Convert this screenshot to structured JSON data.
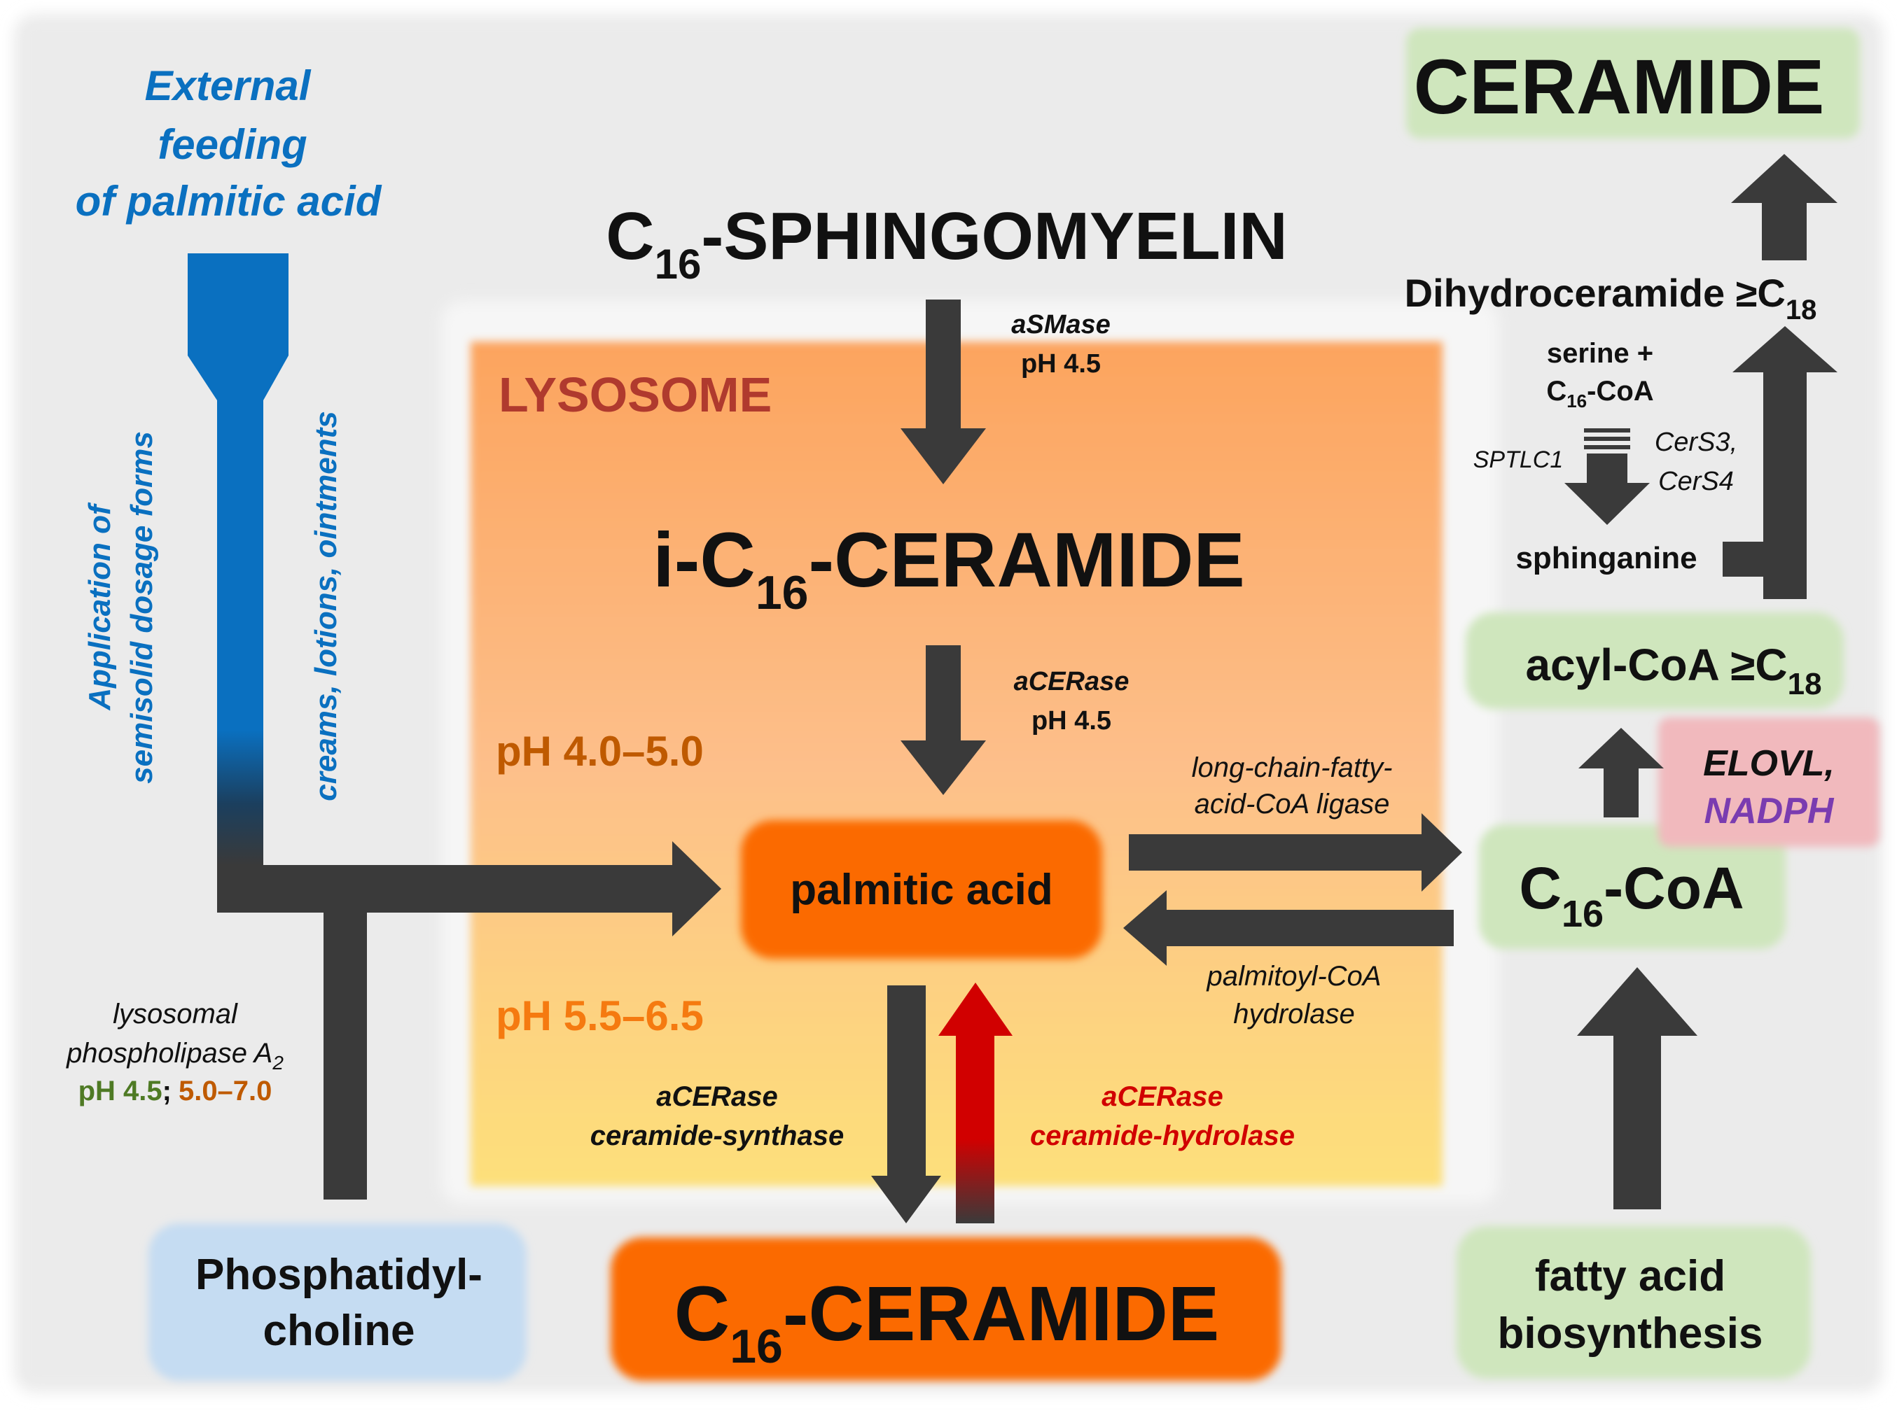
{
  "external": {
    "title_lines": [
      "External",
      "feeding",
      "of palmitic acid"
    ],
    "application_lines": [
      "Application of",
      "semisolid dosage forms"
    ],
    "creams": "creams, lotions, ointments"
  },
  "sphingomyelin": {
    "prefix": "C",
    "sub": "16",
    "suffix": "-SPHINGOMYELIN"
  },
  "asmase": {
    "name": "aSMase",
    "ph": "pH 4.5"
  },
  "lysosome": {
    "label": "LYSOSOME",
    "ph_upper": "pH 4.0–5.0",
    "ph_lower": "pH 5.5–6.5"
  },
  "i_ceramide": {
    "prefix": "i-C",
    "sub": "16",
    "suffix": "-CERAMIDE"
  },
  "acerase_top": {
    "name": "aCERase",
    "ph": "pH 4.5"
  },
  "palmitic_acid": "palmitic acid",
  "ligase": {
    "line1": "long-chain-fatty-",
    "line2": "acid-CoA ligase"
  },
  "hydrolase_coa": {
    "line1": "palmitoyl-CoA",
    "line2": "hydrolase"
  },
  "pla2": {
    "line1": "lysosomal",
    "line2": "phospholipase A",
    "line2_sub": "2",
    "ph_green": "pH 4.5",
    "sep": ";",
    "ph_orange": "5.0–7.0"
  },
  "synthase": {
    "line1": "aCERase",
    "line2": "ceramide-synthase"
  },
  "ceramide_hydrolase": {
    "line1": "aCERase",
    "line2": "ceramide-hydrolase"
  },
  "phosphatidylcholine": {
    "line1": "Phosphatidyl-",
    "line2": "choline"
  },
  "c16_ceramide": {
    "prefix": "C",
    "sub": "16",
    "suffix": "-CERAMIDE"
  },
  "fatty_acid": {
    "line1": "fatty acid",
    "line2": "biosynthesis"
  },
  "c16_coa": {
    "prefix": "C",
    "sub": "16",
    "suffix": "-CoA"
  },
  "acyl_coa": {
    "prefix": "acyl-CoA ≥C",
    "sub": "18"
  },
  "elovl": {
    "line1": "ELOVL,",
    "line2": "NADPH"
  },
  "sphinganine": "sphinganine",
  "serine": {
    "line1": "serine +",
    "line2_prefix": "C",
    "line2_sub": "16",
    "line2_suffix": "-CoA"
  },
  "sptlc1": "SPTLC1",
  "cers": {
    "line1": "CerS3,",
    "line2": "CerS4"
  },
  "dihydroceramide": {
    "prefix": "Dihydroceramide ≥C",
    "sub": "18"
  },
  "ceramide": "CERAMIDE",
  "colors": {
    "arrow": "#3a3a3a",
    "blue": "#0a70c0",
    "lysosome_red": "#b03a2e",
    "orange": "#fb6a00",
    "ph_dark": "#bf5a00",
    "ph_light": "#f57a10",
    "green_ph": "#4e7a24",
    "red": "#d10000",
    "purple": "#7a3cb0",
    "green_box": "#cfe6bd",
    "blue_box": "#c5dcf2",
    "pink_box": "#f1b9bd"
  }
}
